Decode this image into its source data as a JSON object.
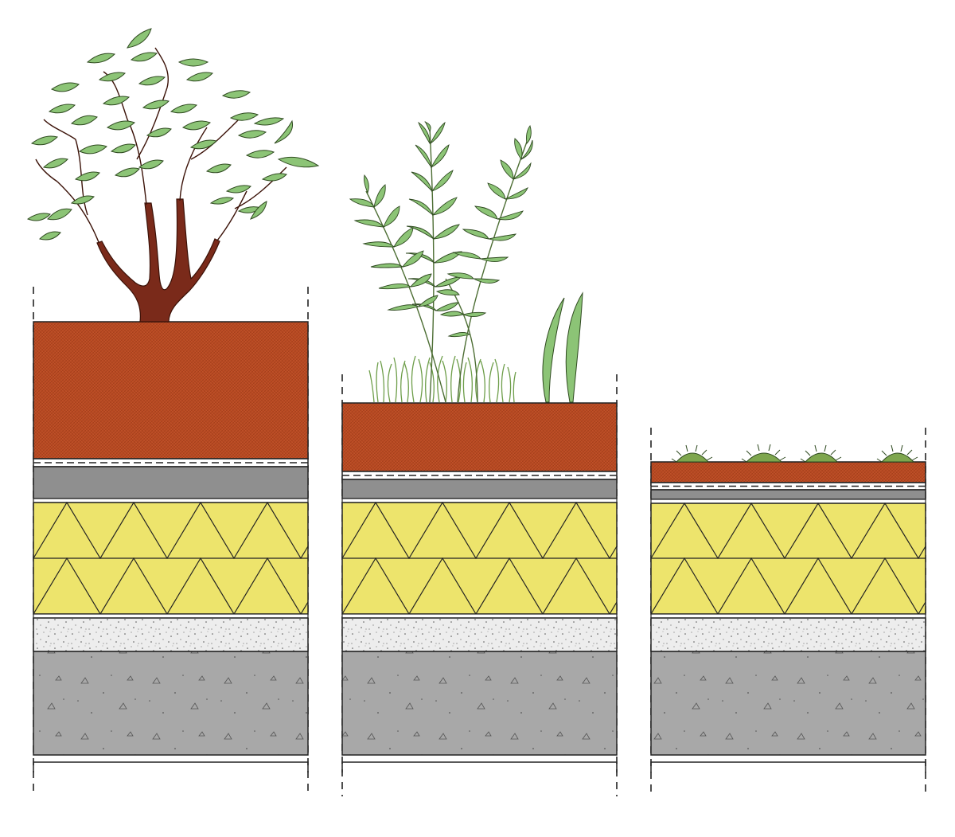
{
  "diagram": {
    "kind": "green-roof-section-comparison",
    "labels_visible": false
  },
  "sections": [
    {
      "id": "intensive",
      "vegetation": "tree",
      "layers": [
        "substrate",
        "filter-fleece",
        "drainage",
        "insulation-upper",
        "insulation-lower",
        "screed",
        "concrete-slab"
      ]
    },
    {
      "id": "semi-intensive",
      "vegetation": "fern-and-grasses",
      "layers": [
        "substrate",
        "filter-fleece",
        "drainage",
        "insulation-upper",
        "insulation-lower",
        "screed",
        "concrete-slab"
      ]
    },
    {
      "id": "extensive",
      "vegetation": "sedum",
      "layers": [
        "substrate",
        "filter-fleece",
        "drainage",
        "insulation-upper",
        "insulation-lower",
        "screed",
        "concrete-slab"
      ]
    }
  ],
  "colors": {
    "substrate": "#b84a22",
    "drainage": "#8f8f8f",
    "insulation": "#ede46c",
    "screed": "#ededed",
    "concrete": "#a8a8a8",
    "leaf": "#8cc476",
    "trunk": "#7a2a1a",
    "sedum": "#7ea64e",
    "outline": "#222222"
  }
}
